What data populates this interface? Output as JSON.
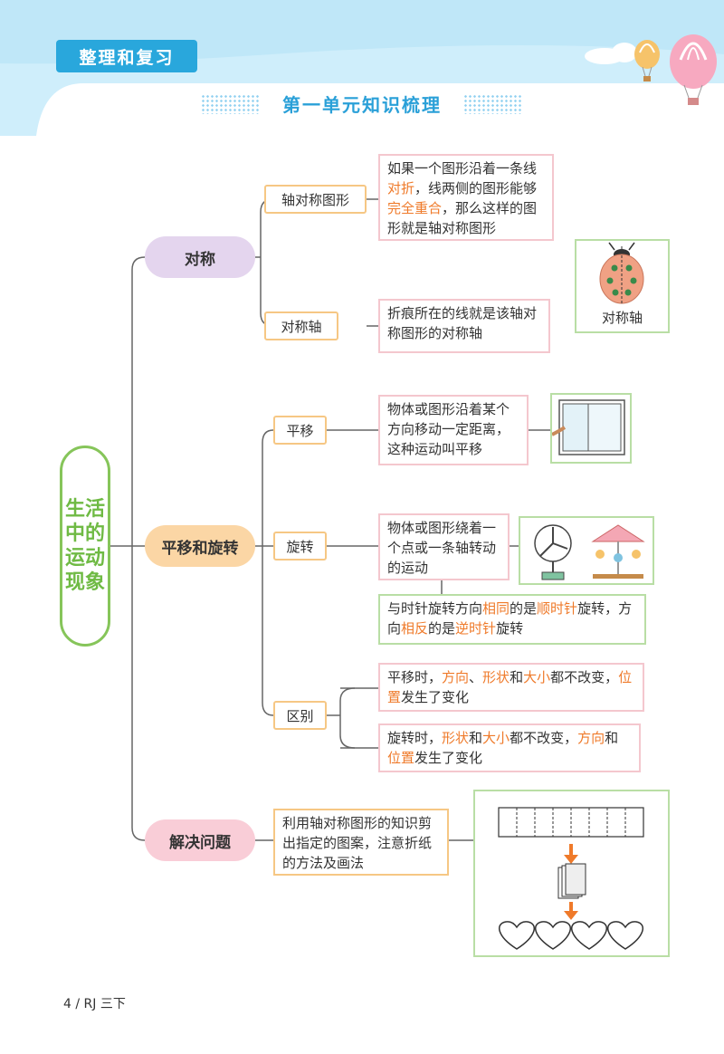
{
  "header": {
    "badge": "整理和复习",
    "title": "第一单元知识梳理"
  },
  "root": {
    "label": "生活中的运动现象"
  },
  "branches": {
    "symmetry": {
      "label": "对称",
      "sub1": "轴对称图形",
      "sub1_text": [
        "如果一个图形沿着一条线",
        "对折",
        "，线两侧的图形能够",
        "完全重合",
        "，那么这样的图形就是轴对称图形"
      ],
      "sub2": "对称轴",
      "sub2_text": "折痕所在的线就是该轴对称图形的对称轴",
      "image_caption": "对称轴",
      "image_icon": "ladybug-icon"
    },
    "motion": {
      "label": "平移和旋转",
      "translation": "平移",
      "translation_text": "物体或图形沿着某个方向移动一定距离，这种运动叫平移",
      "translation_icon": "window-icon",
      "rotation": "旋转",
      "rotation_text": "物体或图形绕着一个点或一条轴转动的运动",
      "rotation_icons": [
        "fan-icon",
        "carousel-icon"
      ],
      "rotation_dir": [
        "与时针旋转方向",
        "相同",
        "的是",
        "顺时针",
        "旋转，方向",
        "相反",
        "的是",
        "逆时针",
        "旋转"
      ],
      "difference": "区别",
      "diff1": [
        "平移时，",
        "方向",
        "、",
        "形状",
        "和",
        "大小",
        "都不改变，",
        "位置",
        "发生了变化"
      ],
      "diff2": [
        "旋转时，",
        "形状",
        "和",
        "大小",
        "都不改变，",
        "方向",
        "和",
        "位置",
        "发生了变化"
      ]
    },
    "problem": {
      "label": "解决问题",
      "text": "利用轴对称图形的知识剪出指定的图案，注意折纸的方法及画法",
      "image_icons": [
        "paper-strip-icon",
        "folded-paper-icon",
        "hearts-icon"
      ]
    }
  },
  "footer": {
    "page": "4 / RJ 三下"
  },
  "colors": {
    "accent_blue": "#29a7dc",
    "highlight": "#ef7a2a",
    "root_green": "#6fba44"
  }
}
